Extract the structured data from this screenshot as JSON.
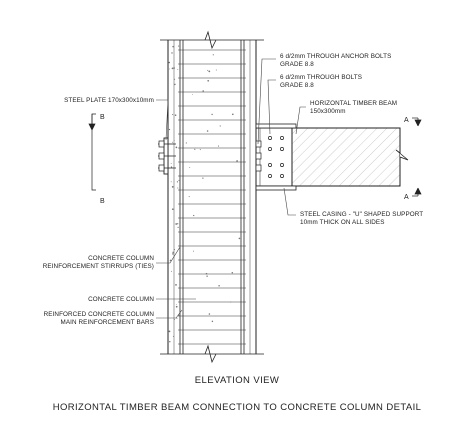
{
  "colors": {
    "line": "#222222",
    "leader": "#555555",
    "hatch": "#888888",
    "background": "#ffffff"
  },
  "labels": {
    "anchor_bolts_1": "6 d/2mm THROUGH ANCHOR BOLTS",
    "anchor_bolts_2": "GRADE 8.8",
    "through_bolts_1": "6 d/2mm THROUGH BOLTS",
    "through_bolts_2": "GRADE 8.8",
    "timber_beam_1": "HORIZONTAL TIMBER BEAM",
    "timber_beam_2": "150x300mm",
    "steel_plate": "STEEL PLATE 170x300x10mm",
    "steel_casing_1": "STEEL CASING - \"U\" SHAPED SUPPORT",
    "steel_casing_2": "10mm THICK ON ALL SIDES",
    "stirrups_1": "CONCRETE COLUMN",
    "stirrups_2": "REINFORCEMENT STIRRUPS (TIES)",
    "concrete_column": "CONCRETE COLUMN",
    "main_bars_1": "REINFORCED CONCRETE COLUMN",
    "main_bars_2": "MAIN REINFORCEMENT BARS"
  },
  "section_markers": {
    "b_top": "B",
    "b_bottom": "B",
    "a_top": "A",
    "a_bottom": "A"
  },
  "view_title": "ELEVATION VIEW",
  "drawing_title": "HORIZONTAL TIMBER BEAM CONNECTION TO CONCRETE COLUMN DETAIL"
}
